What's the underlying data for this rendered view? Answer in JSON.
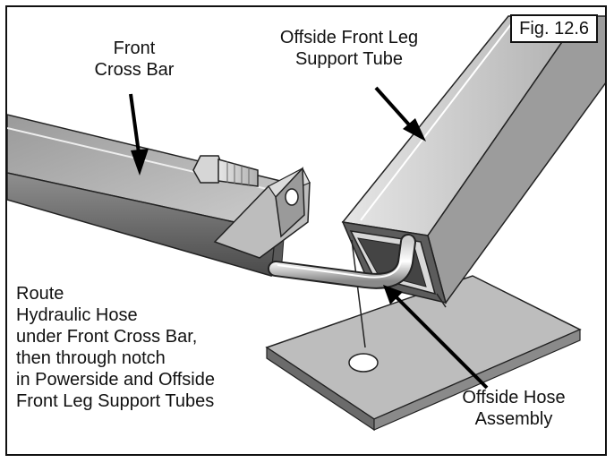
{
  "figure_tag": "Fig. 12.6",
  "labels": {
    "front_cross_bar": [
      "Front",
      "Cross Bar"
    ],
    "offside_front_leg": [
      "Offside Front Leg",
      "Support Tube"
    ],
    "route_note": [
      "Route",
      "Hydraulic Hose",
      "under Front Cross Bar,",
      "then through notch",
      "in Powerside and Offside",
      "Front Leg Support Tubes"
    ],
    "offside_hose": [
      "Offside Hose",
      "Assembly"
    ]
  }
}
